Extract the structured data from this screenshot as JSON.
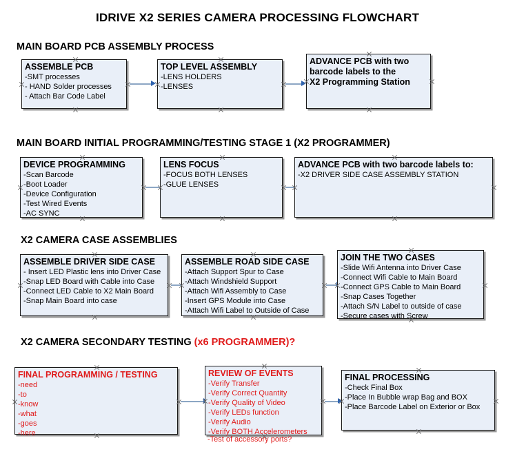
{
  "document": {
    "title": "IDRIVE X2  SERIES CAMERA PROCESSING FLOWCHART"
  },
  "sections": [
    {
      "id": "main-board-pcb-assembly",
      "heading": "MAIN BOARD PCB ASSEMBLY PROCESS",
      "heading_accent": "",
      "boxes": [
        {
          "id": "assemble-pcb",
          "header": "ASSEMBLE PCB",
          "lines": [
            "-SMT processes",
            "- HAND Solder processes",
            "- Attach Bar Code Label"
          ]
        },
        {
          "id": "top-level-assembly",
          "header": "TOP LEVEL ASSEMBLY",
          "lines": [
            "-LENS HOLDERS",
            "-LENSES"
          ]
        },
        {
          "id": "advance-pcb-x2-programming-station",
          "header": "ADVANCE PCB with two",
          "lines": [
            "barcode labels to the",
            " X2 Programming Station"
          ]
        }
      ]
    },
    {
      "id": "main-board-initial-programming",
      "heading": "MAIN BOARD INITIAL PROGRAMMING/TESTING STAGE 1 (X2 PROGRAMMER)",
      "heading_accent": "",
      "boxes": [
        {
          "id": "device-programming",
          "header": "DEVICE PROGRAMMING",
          "lines": [
            "-Scan Barcode",
            "-Boot Loader",
            "-Device Configuration",
            "-Test Wired Events",
            "-AC SYNC"
          ]
        },
        {
          "id": "lens-focus",
          "header": "LENS FOCUS",
          "lines": [
            "-FOCUS BOTH LENSES",
            "-GLUE LENSES"
          ]
        },
        {
          "id": "advance-pcb-driver-side-case",
          "header": "ADVANCE PCB with two barcode labels to:",
          "lines": [
            "-X2 DRIVER  SIDE  CASE  ASSEMBLY STATION"
          ]
        }
      ]
    },
    {
      "id": "x2-camera-case-assemblies",
      "heading": "X2 CAMERA CASE ASSEMBLIES",
      "heading_accent": "",
      "boxes": [
        {
          "id": "assemble-driver-side-case",
          "header": "ASSEMBLE DRIVER SIDE CASE",
          "lines": [
            "- Insert LED Plastic lens into Driver Case",
            "-Snap LED Board with Cable into Case",
            "-Connect LED Cable to X2 Main Board",
            "-Snap Main Board into case"
          ]
        },
        {
          "id": "assemble-road-side-case",
          "header": "ASSEMBLE ROAD SIDE CASE",
          "lines": [
            "-Attach Support Spur to Case",
            "-Attach Windshield Support",
            "-Attach Wifi Assembly to Case",
            "-Insert GPS Module into Case",
            "-Attach Wifi Label to Outside of Case"
          ]
        },
        {
          "id": "join-the-two-cases",
          "header": "JOIN THE TWO CASES",
          "lines": [
            "-Slide Wifi Antenna into Driver Case",
            "-Connect Wifi Cable to Main Board",
            "-Connect GPS Cable to Main Board",
            "-Snap Cases Together",
            "-Attach S/N Label to outside of case",
            "-Secure cases with Screw"
          ]
        }
      ]
    },
    {
      "id": "x2-camera-secondary-testing",
      "heading": "X2 CAMERA SECONDARY TESTING ",
      "heading_accent": "(x6 PROGRAMMER)?",
      "boxes": [
        {
          "id": "final-programming-testing",
          "header": "FINAL PROGRAMMING / TESTING",
          "lines": [
            "-need",
            "-to",
            "-know",
            "-what",
            "-goes",
            "-here"
          ]
        },
        {
          "id": "review-of-events",
          "header": "REVIEW OF EVENTS",
          "lines": [
            "-Verify Transfer",
            "-Verify Correct Quantity",
            "-Verify Quality of Video",
            "-Verify LEDs function",
            "-Verify Audio",
            "-Verify BOTH Accelerometers"
          ],
          "overflow_line": "-Test of accessory ports?"
        },
        {
          "id": "final-processing",
          "header": "FINAL PROCESSING",
          "lines": [
            " -Check Final Box",
            "-Place In Bubble wrap Bag and BOX",
            "-Place Barcode Label on Exterior or Box"
          ]
        }
      ]
    }
  ],
  "colors": {
    "box_fill": "#e9eff8",
    "box_border": "#1a1a1a",
    "box_shadow": "#9a9a9a",
    "arrow_shaft": "#8ca6c4",
    "arrow_head": "#2f64b0",
    "accent_red": "#e01b1b",
    "text": "#000000"
  }
}
